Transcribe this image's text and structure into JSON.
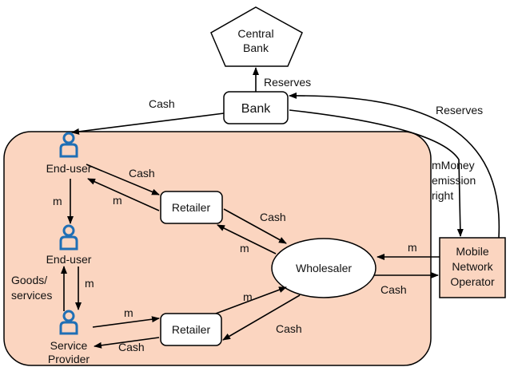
{
  "nodes": {
    "central_bank": [
      "Central",
      "Bank"
    ],
    "bank": "Bank",
    "end_user_1": "End-user",
    "end_user_2": "End-user",
    "service_provider": [
      "Service",
      "Provider"
    ],
    "retailer_top": "Retailer",
    "retailer_bottom": "Retailer",
    "wholesaler": "Wholesaler",
    "mno": [
      "Mobile",
      "Network",
      "Operator"
    ]
  },
  "edges": {
    "reserves_bank_to_central": "Reserves",
    "cash_bank_to_enduser": "Cash",
    "reserves_mno_to_bank": "Reserves",
    "mmoney_emission": [
      "mMoney",
      "emission",
      "right"
    ],
    "cash_enduser_to_retailer": "Cash",
    "m_retailer_to_enduser": "m",
    "m_enduser_to_enduser": "m",
    "cash_retailer_to_wholesaler": "Cash",
    "m_wholesaler_to_retailer": "m",
    "goods_services": [
      "Goods/",
      "services"
    ],
    "m_enduser_to_sp": "m",
    "m_mno_to_wholesaler": "m",
    "cash_wholesaler_to_mno": "Cash",
    "m_sp_to_retailer": "m",
    "m_retailer_to_wholesaler": "m",
    "cash_wholesaler_to_retailer": "Cash",
    "cash_retailer_to_sp": "Cash"
  },
  "colors": {
    "region_fill": "#fbd5c0",
    "mno_fill": "#fbd5c0",
    "user_icon": "#1f6fb5",
    "stroke": "#000000"
  }
}
